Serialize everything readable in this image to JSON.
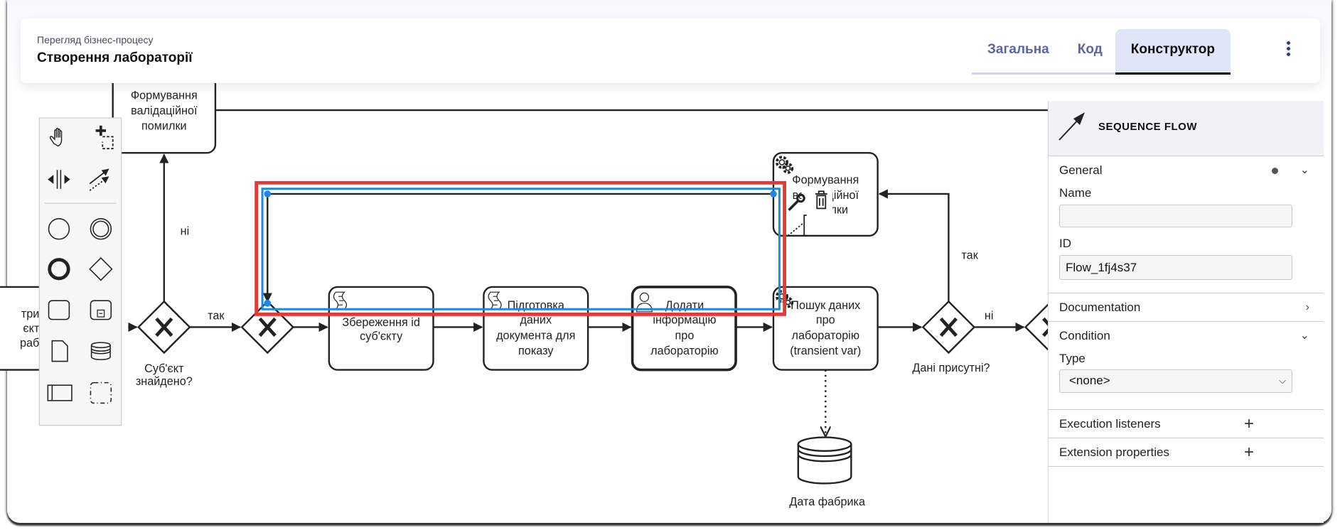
{
  "header": {
    "subtitle": "Перегляд бізнес-процесу",
    "title": "Створення лабораторії",
    "tabs": [
      {
        "label": "Загальна",
        "active": false
      },
      {
        "label": "Код",
        "active": false
      },
      {
        "label": "Конструктор",
        "active": true
      }
    ],
    "menu_icon": "kebab-vertical-icon"
  },
  "colors": {
    "selection_red": "#e53935",
    "selection_blue": "#1e88e5",
    "tab_active_bg": "#e1e5f8",
    "tab_text": "#5a64a8"
  },
  "palette": {
    "tools": [
      "hand-tool-icon",
      "lasso-tool-icon",
      "space-tool-icon",
      "global-connect-icon",
      "start-event-icon",
      "intermediate-event-icon",
      "end-event-icon",
      "gateway-icon",
      "task-icon",
      "subprocess-icon",
      "data-object-icon",
      "data-store-icon",
      "pool-icon",
      "group-icon"
    ]
  },
  "diagram": {
    "task_validation_top": [
      "Формування",
      "валідаційної",
      "помилки"
    ],
    "task_left_partial": [
      "три",
      "єкт",
      "раб"
    ],
    "gateway_subject_found": [
      "Суб'єкт",
      "знайдено?"
    ],
    "flow_no_1": "ні",
    "flow_yes_1": "так",
    "task_save_id": [
      "Збереження id",
      "суб'єкту"
    ],
    "task_prepare": [
      "Підготовка",
      "даних",
      "документа для",
      "показу"
    ],
    "task_add_info": [
      "Додати",
      "інформацію",
      "про",
      "лабораторію"
    ],
    "task_search": [
      "Пошук даних",
      "про",
      "лабораторію",
      "(transient var)"
    ],
    "task_validation_right": [
      "Формування",
      "валідаційної",
      "помилки"
    ],
    "gateway_data_present": "Дані присутні?",
    "flow_yes_2": "так",
    "flow_no_2": "ні",
    "data_store": "Дата фабрика"
  },
  "properties": {
    "element_type": "SEQUENCE FLOW",
    "general": {
      "label": "General",
      "name_label": "Name",
      "name_value": "",
      "id_label": "ID",
      "id_value": "Flow_1fj4s37"
    },
    "documentation": "Documentation",
    "condition": {
      "label": "Condition",
      "type_label": "Type",
      "type_value": "<none>"
    },
    "execution_listeners": "Execution listeners",
    "extension_properties": "Extension properties"
  }
}
